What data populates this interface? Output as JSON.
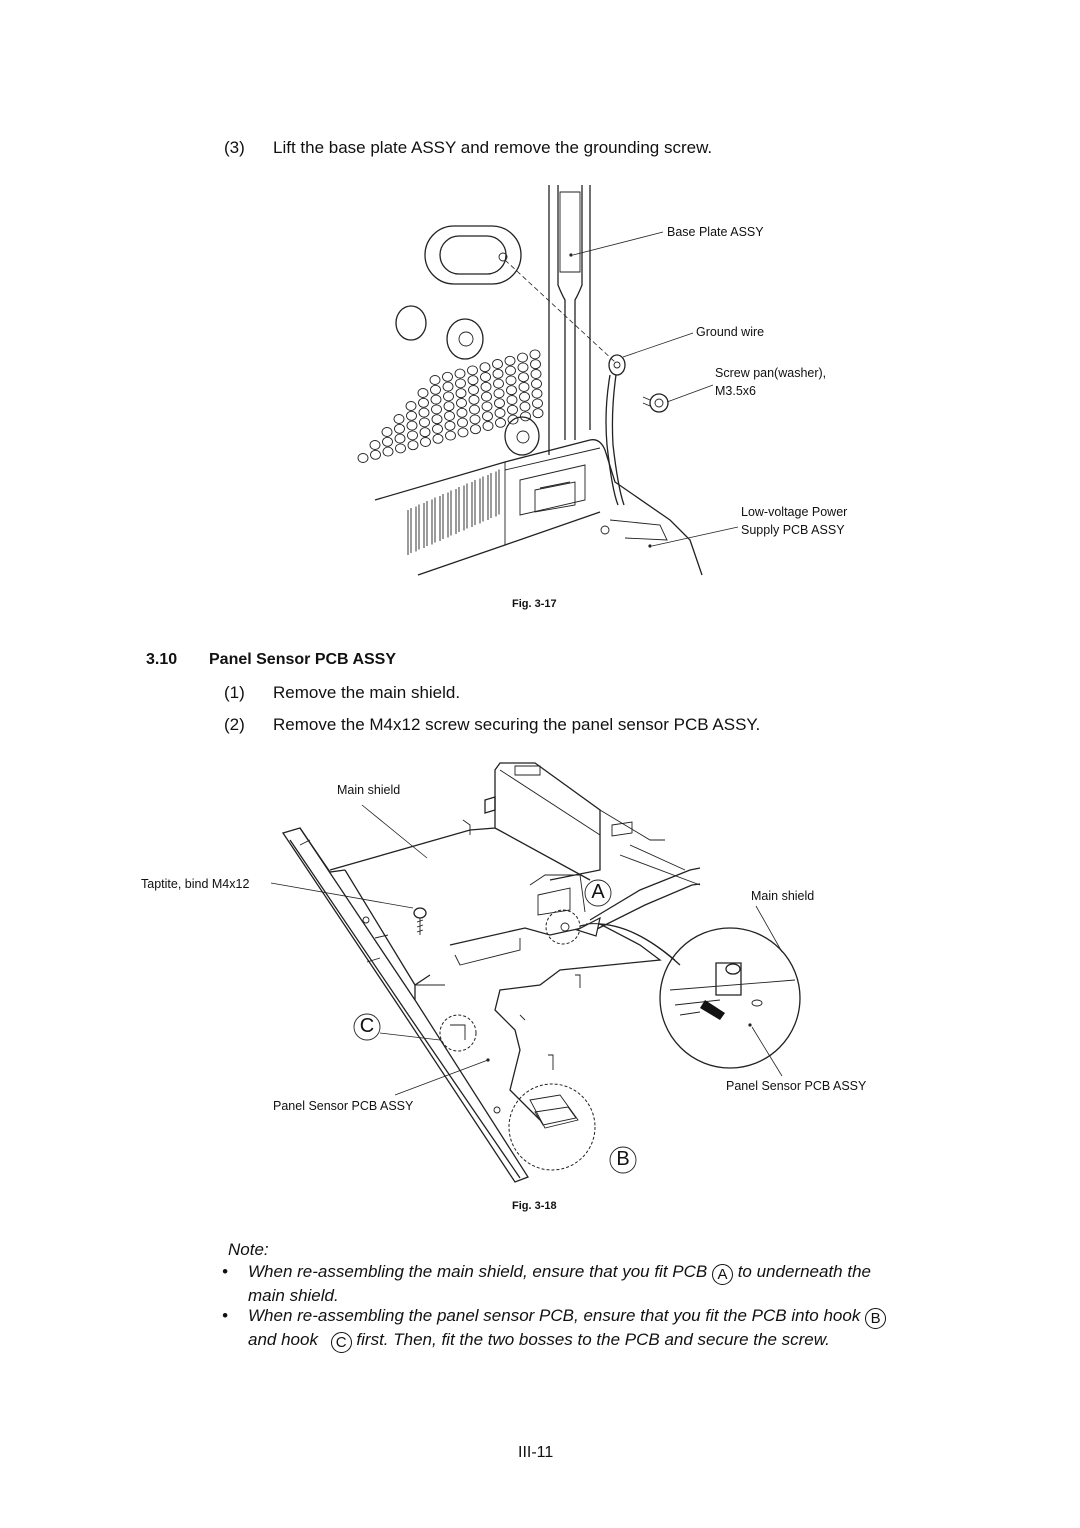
{
  "step3": {
    "num": "(3)",
    "text": "Lift the base plate ASSY and remove the grounding screw."
  },
  "fig17": {
    "caption": "Fig. 3-17",
    "labels": {
      "base_plate": "Base Plate ASSY",
      "ground_wire": "Ground wire",
      "screw_1": "Screw pan(washer),",
      "screw_2": "M3.5x6",
      "lvps_1": "Low-voltage Power",
      "lvps_2": "Supply PCB ASSY"
    }
  },
  "section": {
    "number": "3.10",
    "title": "Panel Sensor PCB ASSY"
  },
  "steps": [
    {
      "num": "(1)",
      "text": "Remove the main shield."
    },
    {
      "num": "(2)",
      "text": "Remove the M4x12 screw securing the panel sensor PCB ASSY."
    }
  ],
  "fig18": {
    "caption": "Fig. 3-18",
    "labels": {
      "main_shield_top": "Main shield",
      "taptite": "Taptite, bind M4x12",
      "main_shield_detail": "Main shield",
      "panel_sensor_detail": "Panel Sensor PCB ASSY",
      "panel_sensor_main": "Panel Sensor PCB ASSY",
      "hook_a": "A",
      "hook_b": "B",
      "hook_c": "C"
    }
  },
  "note": {
    "title": "Note:",
    "bullet1_a": "When re-assembling the main shield, ensure that you fit PCB",
    "bullet1_circ": "A",
    "bullet1_b": "to underneath the",
    "bullet1_c": "main shield.",
    "bullet2_a": "When re-assembling the panel sensor PCB, ensure that you fit the PCB into hook",
    "bullet2_circ1": "B",
    "bullet2_b": "and hook",
    "bullet2_circ2": "C",
    "bullet2_c": "first.  Then, fit the two bosses to the PCB and secure the screw."
  },
  "page_number": "III-11"
}
